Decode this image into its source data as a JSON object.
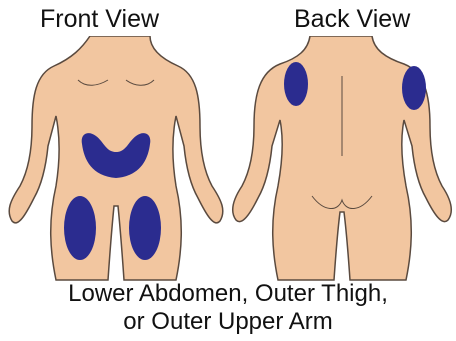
{
  "titles": {
    "front": "Front View",
    "back": "Back View"
  },
  "caption": {
    "line1": "Lower Abdomen, Outer Thigh,",
    "line2": "or Outer Upper Arm"
  },
  "colors": {
    "skin": "#f2c6a0",
    "outline": "#5a4a3f",
    "injection_site": "#2b2c8f",
    "text": "#111111"
  },
  "injection_sites": {
    "front": [
      "lower-abdomen",
      "left-outer-thigh",
      "right-outer-thigh"
    ],
    "back": [
      "left-outer-upper-arm",
      "right-outer-upper-arm"
    ]
  }
}
